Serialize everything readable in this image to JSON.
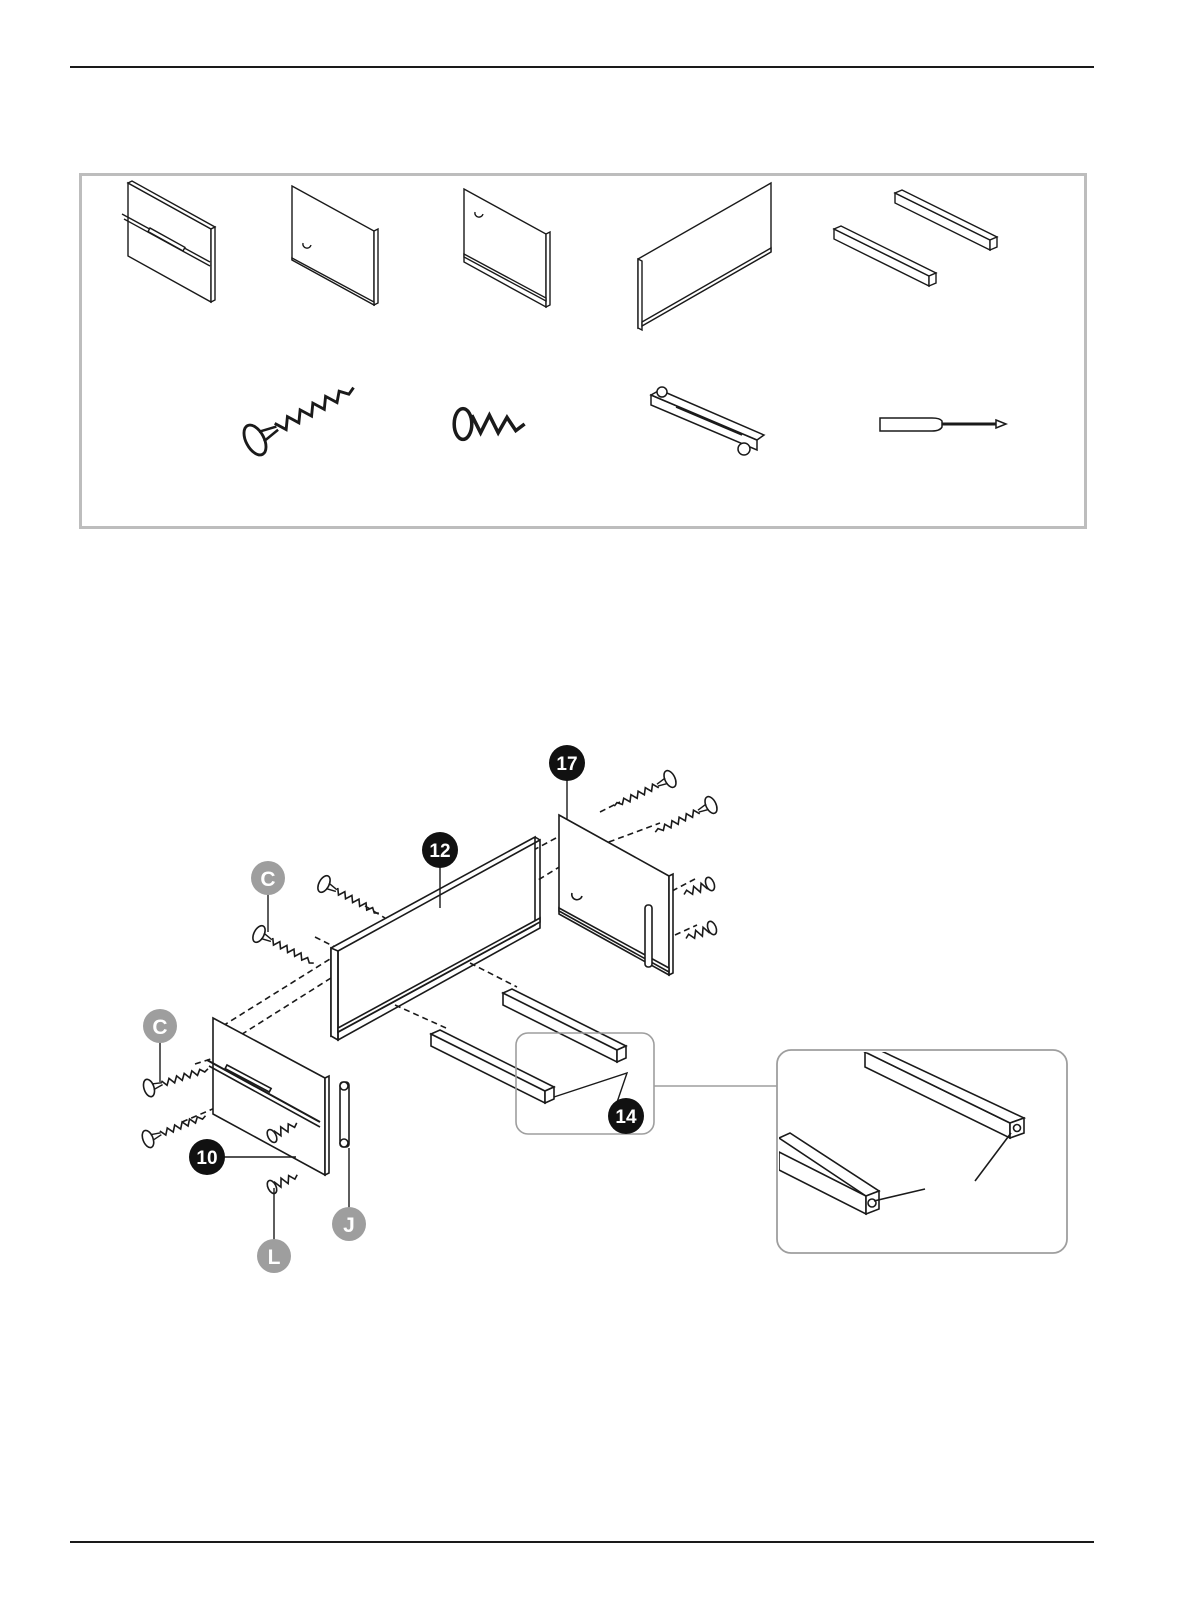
{
  "colors": {
    "line": "#1a1a1a",
    "box_border": "#bdbdbd",
    "callout_dark": "#111111",
    "callout_grey": "#9e9e9e",
    "detail_border": "#9e9e9e"
  },
  "part_callouts": {
    "side_panel_back": "17",
    "back_panel": "12",
    "side_panel_front": "10",
    "support_rails": "14"
  },
  "hardware_callouts": {
    "long_screw_upper": "C",
    "long_screw_lower": "C",
    "drawer_bracket": "J",
    "short_screw": "L"
  },
  "icons": {
    "parts_row1": [
      "side-panel-with-rail-icon",
      "side-panel-icon",
      "side-panel-icon",
      "long-panel-icon",
      "rails-icon"
    ],
    "parts_row2": [
      "long-screw-icon",
      "short-screw-icon",
      "bracket-icon",
      "screwdriver-icon"
    ]
  }
}
